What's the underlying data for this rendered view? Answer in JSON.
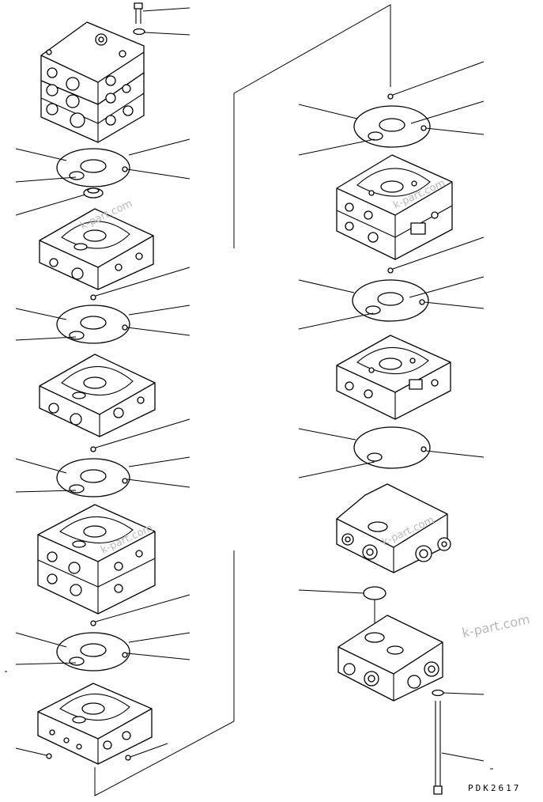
{
  "diagram": {
    "drawing_code": "PDK2617",
    "watermark_text": "k-part.com",
    "watermarks": [
      "k-part.com",
      "k-part.com",
      "k-part.com",
      "k-part.com",
      "k-part.com"
    ],
    "line_color": "#000000",
    "watermark_color": "#b8b8b8"
  }
}
